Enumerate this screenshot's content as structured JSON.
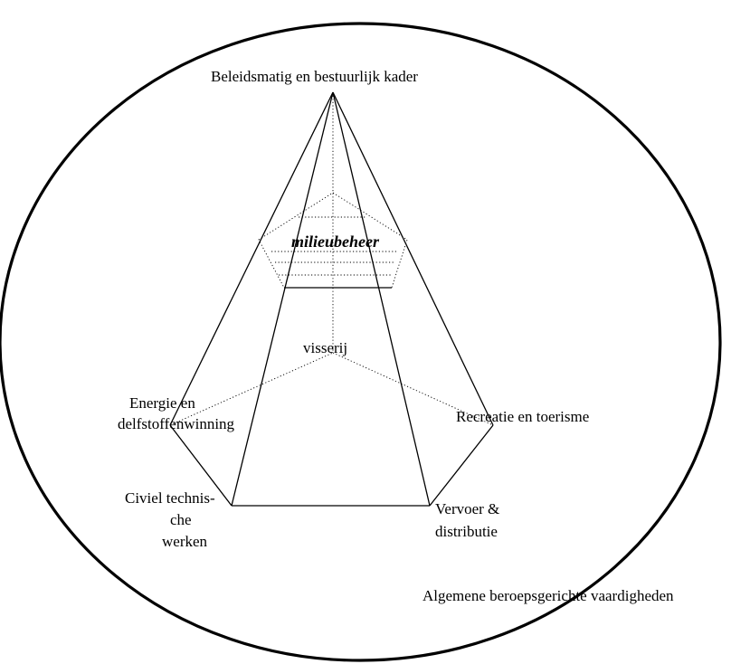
{
  "labels": {
    "apex": "Beleidsmatig en bestuurlijk kader",
    "core": "milieubeheer",
    "center": "visserij",
    "left_top_line1": "Energie en",
    "left_top_line2": "delfstoffenwinning",
    "right_top": "Recreatie en toerisme",
    "left_bottom_line1": "Civiel technis-",
    "left_bottom_line2": "che",
    "left_bottom_line3": "werken",
    "right_bottom_line1": "Vervoer &",
    "right_bottom_line2": "distributie",
    "outer": "Algemene beroepsgerichte vaardigheden"
  }
}
